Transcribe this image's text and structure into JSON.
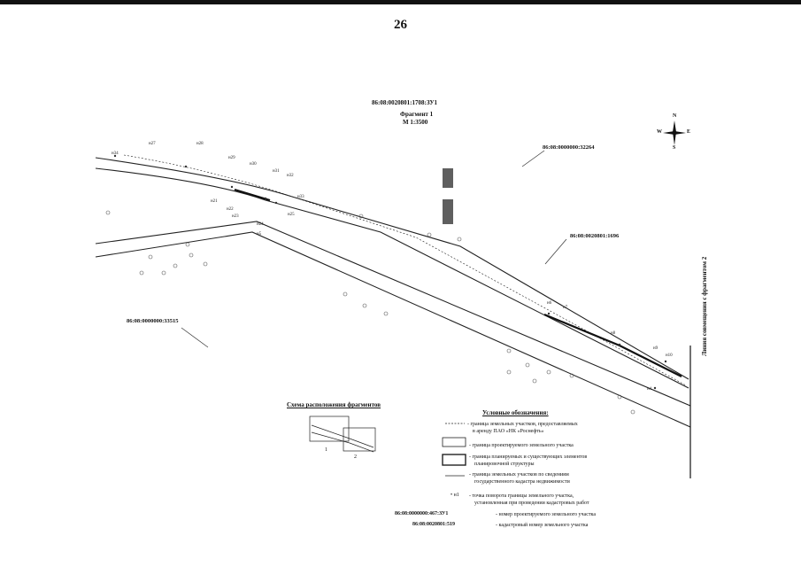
{
  "page": {
    "number": "26"
  },
  "header": {
    "parcel_id": "86:08:0020801:1708:ЗУ1",
    "fragment": "Фрагмент 1",
    "scale": "М 1:3500"
  },
  "compass": {
    "north": "N",
    "south": "S",
    "west": "W",
    "east": "E"
  },
  "cadastral_labels": {
    "a": "86:08:0000000:32264",
    "b": "86:08:0020801:1696",
    "c": "86:08:0000000:33515"
  },
  "point_labels": [
    "н27",
    "н28",
    "н29",
    "н30",
    "н31",
    "н32",
    "н33",
    "н34",
    "н21",
    "н22",
    "н23",
    "н24",
    "н25",
    "н6",
    "н7",
    "н8",
    "н9",
    "н10",
    "н4",
    "н5"
  ],
  "scheme": {
    "title": "Схема расположения фрагментов",
    "num_1": "1",
    "num_2": "2"
  },
  "legend": {
    "title": "Условные обозначения:",
    "line1": "- граница земельных участков, предоставляемых",
    "line1b": "в аренду ПАО «НК «Роснефть»",
    "line2": "- граница проектируемого земельного участка",
    "line3": "- граница планируемых и существующих элементов",
    "line3b": "планировочной структуры",
    "line4": "- граница земельных участков по сведениям",
    "line4b": "государственного кадастра недвижимости",
    "point_symbol": "• н1",
    "line5": "- точка поворота границы земельного участка,",
    "line5b": "установленная при проведении кадастровых работ",
    "key_a": "86:08:0000000:467:ЗУ1",
    "line6": "- номер проектируемого земельного участка",
    "key_b": "86:08:0020801:519",
    "line7": "- кадастровый номер земельного участка"
  },
  "sidebar": {
    "caption": "Линия совмещения с фрагментом 2"
  }
}
